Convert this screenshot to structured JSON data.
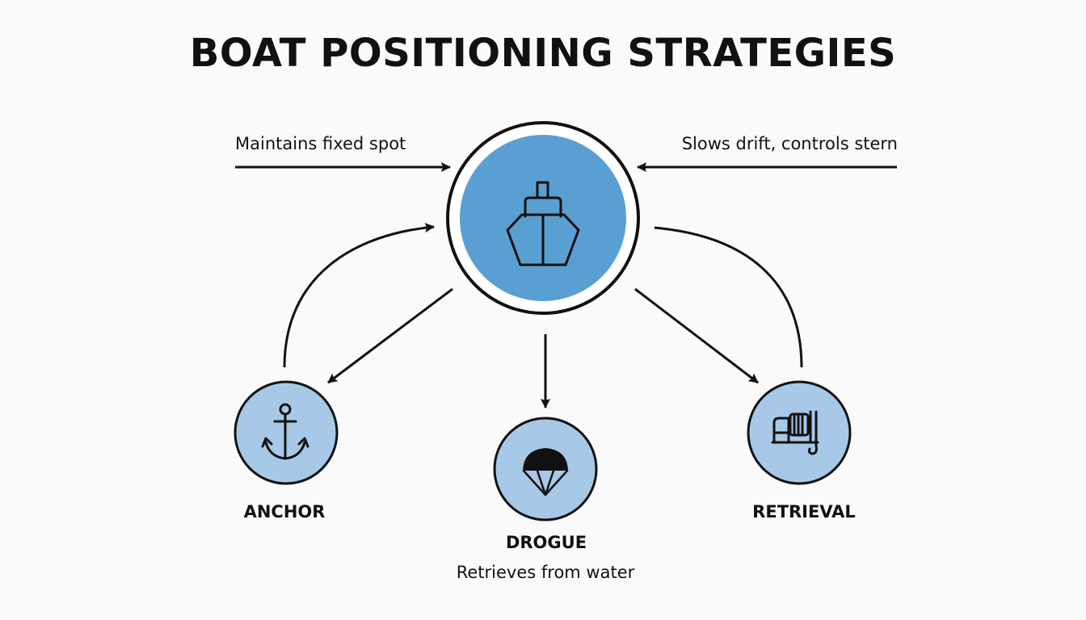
{
  "title": "BOAT POSITIONING STRATEGIES",
  "colors": {
    "center_fill": "#5a9fd1",
    "node_fill": "#a7c9e7",
    "stroke": "#111111",
    "background": "#fafafa"
  },
  "center": {
    "icon": "boat-icon"
  },
  "notes": {
    "left": "Maintains fixed spot",
    "right": "Slows drift, controls stern",
    "bottom": "Retrieves from water"
  },
  "nodes": [
    {
      "id": "anchor",
      "label": "ANCHOR",
      "icon": "anchor-icon"
    },
    {
      "id": "drogue",
      "label": "DROGUE",
      "icon": "parachute-icon"
    },
    {
      "id": "retrieval",
      "label": "RETRIEVAL",
      "icon": "winch-icon"
    }
  ]
}
